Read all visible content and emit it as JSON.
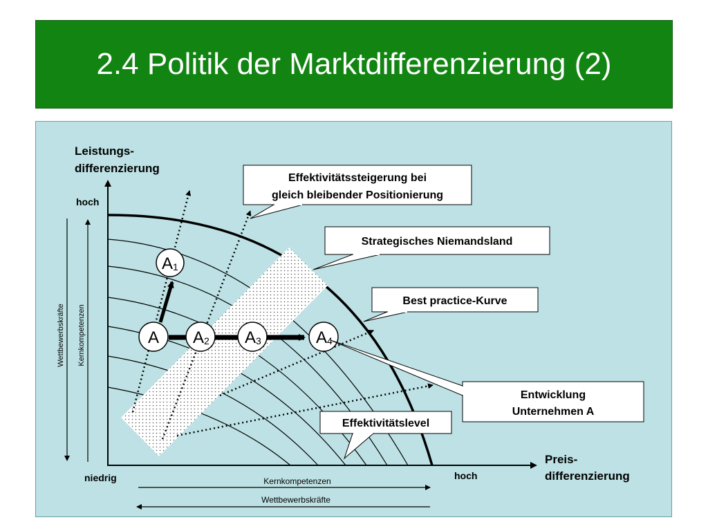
{
  "title": "2.4 Politik der Marktdifferenzierung (2)",
  "axis_y": {
    "line1": "Leistungs-",
    "line2": "differenzierung",
    "high": "hoch"
  },
  "axis_x": {
    "line1": "Preis-",
    "line2": "differenzierung",
    "high": "hoch",
    "low": "niedrig"
  },
  "side_labels": {
    "kernkompetenzen": "Kernkompetenzen",
    "wettbewerbskraefte": "Wettbewerbskräfte"
  },
  "nodes": {
    "A": {
      "base": "A",
      "sub": ""
    },
    "A1": {
      "base": "A",
      "sub": "1"
    },
    "A2": {
      "base": "A",
      "sub": "2"
    },
    "A3": {
      "base": "A",
      "sub": "3"
    },
    "A4": {
      "base": "A",
      "sub": "4"
    }
  },
  "callouts": {
    "effektivitaetssteigerung_1": "Effektivitätssteigerung bei",
    "effektivitaetssteigerung_2": "gleich bleibender Positionierung",
    "niemandsland": "Strategisches Niemandsland",
    "best_practice": "Best practice-Kurve",
    "entwicklung_1": "Entwicklung",
    "entwicklung_2": "Unternehmen A",
    "effektivitaetslevel": "Effektivitätslevel"
  },
  "colors": {
    "title_bg": "#128412",
    "panel_bg": "#bde1e4"
  }
}
